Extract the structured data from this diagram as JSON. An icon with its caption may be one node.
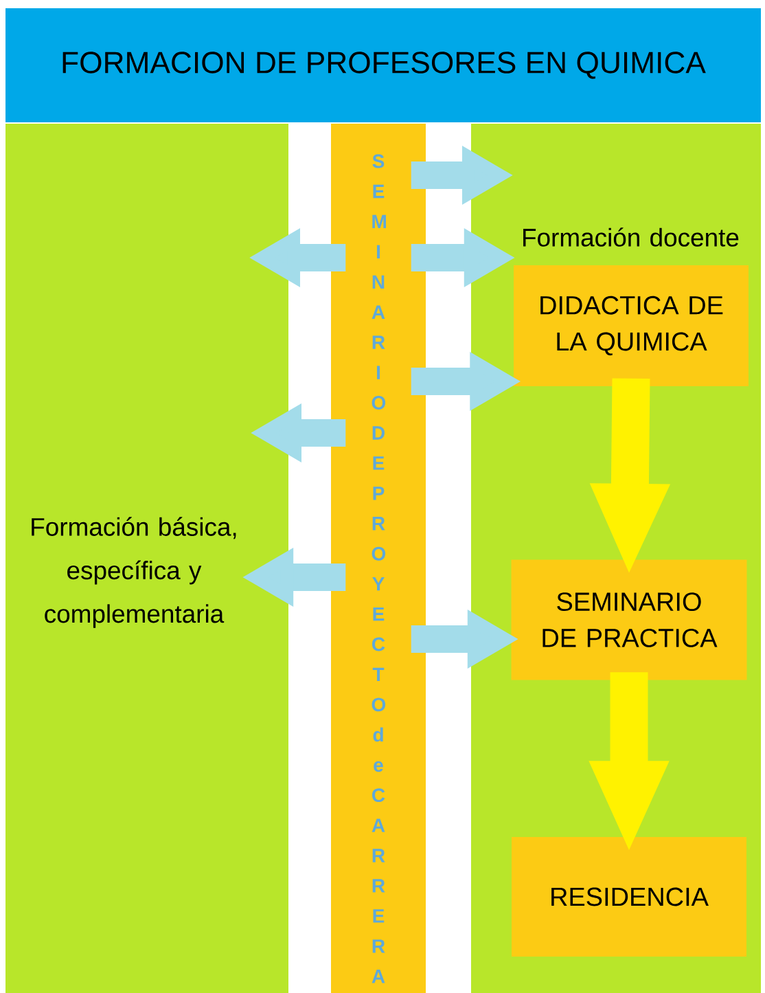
{
  "diagram": {
    "title": "FORMACION DE PROFESORES EN QUIMICA",
    "nodes": [
      {
        "text": [
          "SEMINARIO DE PROYECTO de CARRERA"
        ]
      },
      {
        "text": [
          "Formación docente"
        ]
      },
      {
        "text": [
          "DIDACTICA DE LA QUIMICA"
        ]
      },
      {
        "text": [
          "SEMINARIO DE PRACTICA"
        ]
      },
      {
        "text": [
          "RESIDENCIA"
        ]
      },
      {
        "text": [
          "Formación básica, específica y complementaria"
        ]
      }
    ],
    "edges": [
      {
        "from": 0,
        "to": null,
        "arrow": "to"
      },
      {
        "from": 0,
        "to": 1,
        "arrow": "to"
      },
      {
        "from": 0,
        "to": null,
        "arrow": "to"
      },
      {
        "from": 0,
        "to": 2,
        "arrow": "to"
      },
      {
        "from": 0,
        "to": null,
        "arrow": "to"
      },
      {
        "from": 0,
        "to": 5,
        "arrow": "to"
      },
      {
        "from": 0,
        "to": 3,
        "arrow": "to"
      },
      {
        "from": 2,
        "to": 3,
        "arrow": "to",
        "color": "#fff200"
      },
      {
        "from": 3,
        "to": 4,
        "arrow": "to",
        "color": "#fff200"
      }
    ]
  }
}
